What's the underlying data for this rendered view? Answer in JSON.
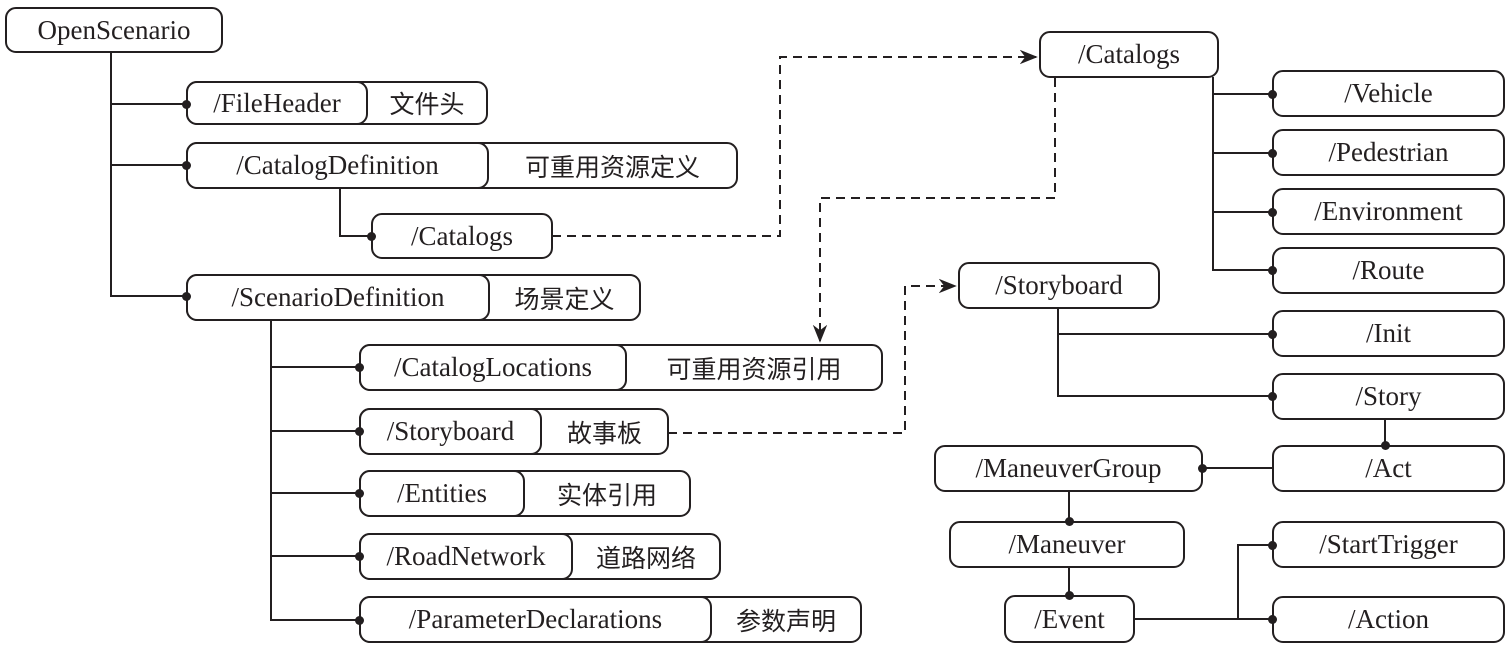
{
  "diagram": {
    "root": {
      "label": "OpenScenario"
    },
    "level1": [
      {
        "id": "fileheader",
        "label": "/FileHeader",
        "desc": "文件头"
      },
      {
        "id": "catalogdefinition",
        "label": "/CatalogDefinition",
        "desc": "可重用资源定义"
      },
      {
        "id": "scenariodefinition",
        "label": "/ScenarioDefinition",
        "desc": "场景定义"
      }
    ],
    "catalogdefinition_children": [
      {
        "id": "catalogs-left",
        "label": "/Catalogs"
      }
    ],
    "scenariodefinition_children": [
      {
        "id": "cataloglocations",
        "label": "/CatalogLocations",
        "desc": "可重用资源引用"
      },
      {
        "id": "storyboard-left",
        "label": "/Storyboard",
        "desc": "故事板"
      },
      {
        "id": "entities",
        "label": "/Entities",
        "desc": "实体引用"
      },
      {
        "id": "roadnetwork",
        "label": "/RoadNetwork",
        "desc": "道路网络"
      },
      {
        "id": "parameterdeclarations",
        "label": "/ParameterDeclarations",
        "desc": "参数声明"
      }
    ],
    "catalogs_detail": {
      "label": "/Catalogs",
      "children": [
        {
          "label": "/Vehicle"
        },
        {
          "label": "/Pedestrian"
        },
        {
          "label": "/Environment"
        },
        {
          "label": "/Route"
        }
      ]
    },
    "storyboard_detail": {
      "label": "/Storyboard",
      "children": [
        {
          "label": "/Init"
        },
        {
          "label": "/Story"
        }
      ]
    },
    "story_chain": {
      "act": "/Act",
      "maneuver_group": "/ManeuverGroup",
      "maneuver": "/Maneuver",
      "event": "/Event",
      "start_trigger": "/StartTrigger",
      "action": "/Action"
    },
    "links": [
      {
        "from": "/Catalogs",
        "to": "/Catalogs (detail)",
        "style": "dashed"
      },
      {
        "from": "/Catalogs (detail)",
        "to": "/CatalogLocations",
        "style": "dashed"
      },
      {
        "from": "/Storyboard",
        "to": "/Storyboard (detail)",
        "style": "dashed"
      }
    ]
  }
}
